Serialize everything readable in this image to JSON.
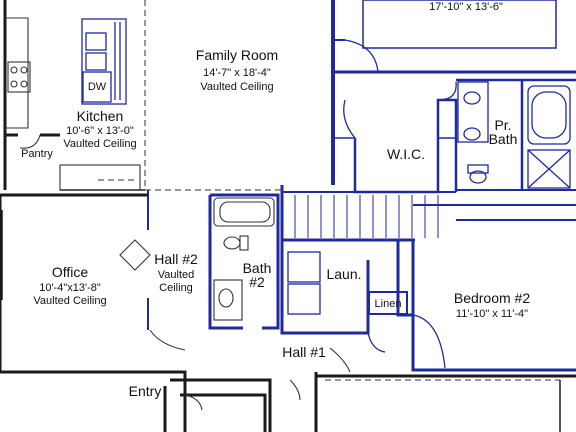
{
  "rooms": {
    "top_room": {
      "dims": "17'-10\" x 13'-6\""
    },
    "family_room": {
      "name": "Family Room",
      "dims": "14'-7\" x 18'-4\"",
      "note": "Vaulted Ceiling"
    },
    "kitchen": {
      "name": "Kitchen",
      "dims": "10'-6\" x 13'-0\"",
      "note": "Vaulted Ceiling"
    },
    "pantry": {
      "name": "Pantry"
    },
    "dishwasher": {
      "name": "DW"
    },
    "wic": {
      "name": "W.I.C."
    },
    "primary_bath": {
      "name_line1": "Pr.",
      "name_line2": "Bath"
    },
    "office": {
      "name": "Office",
      "dims": "10'-4\"x13'-8\"",
      "note": "Vaulted Ceiling"
    },
    "hall2": {
      "name": "Hall #2",
      "note_line1": "Vaulted",
      "note_line2": "Ceiling"
    },
    "bath2": {
      "name_line1": "Bath",
      "name_line2": "#2"
    },
    "laundry": {
      "name": "Laun."
    },
    "linen": {
      "name": "Linen"
    },
    "bedroom2": {
      "name": "Bedroom #2",
      "dims": "11'-10\" x 11'-4\""
    },
    "hall1": {
      "name": "Hall #1"
    },
    "entry": {
      "name": "Entry"
    }
  },
  "colors": {
    "wall_blue": "#1f2a9e",
    "wall_black": "#1a1a1a",
    "background": "#ffffff"
  }
}
